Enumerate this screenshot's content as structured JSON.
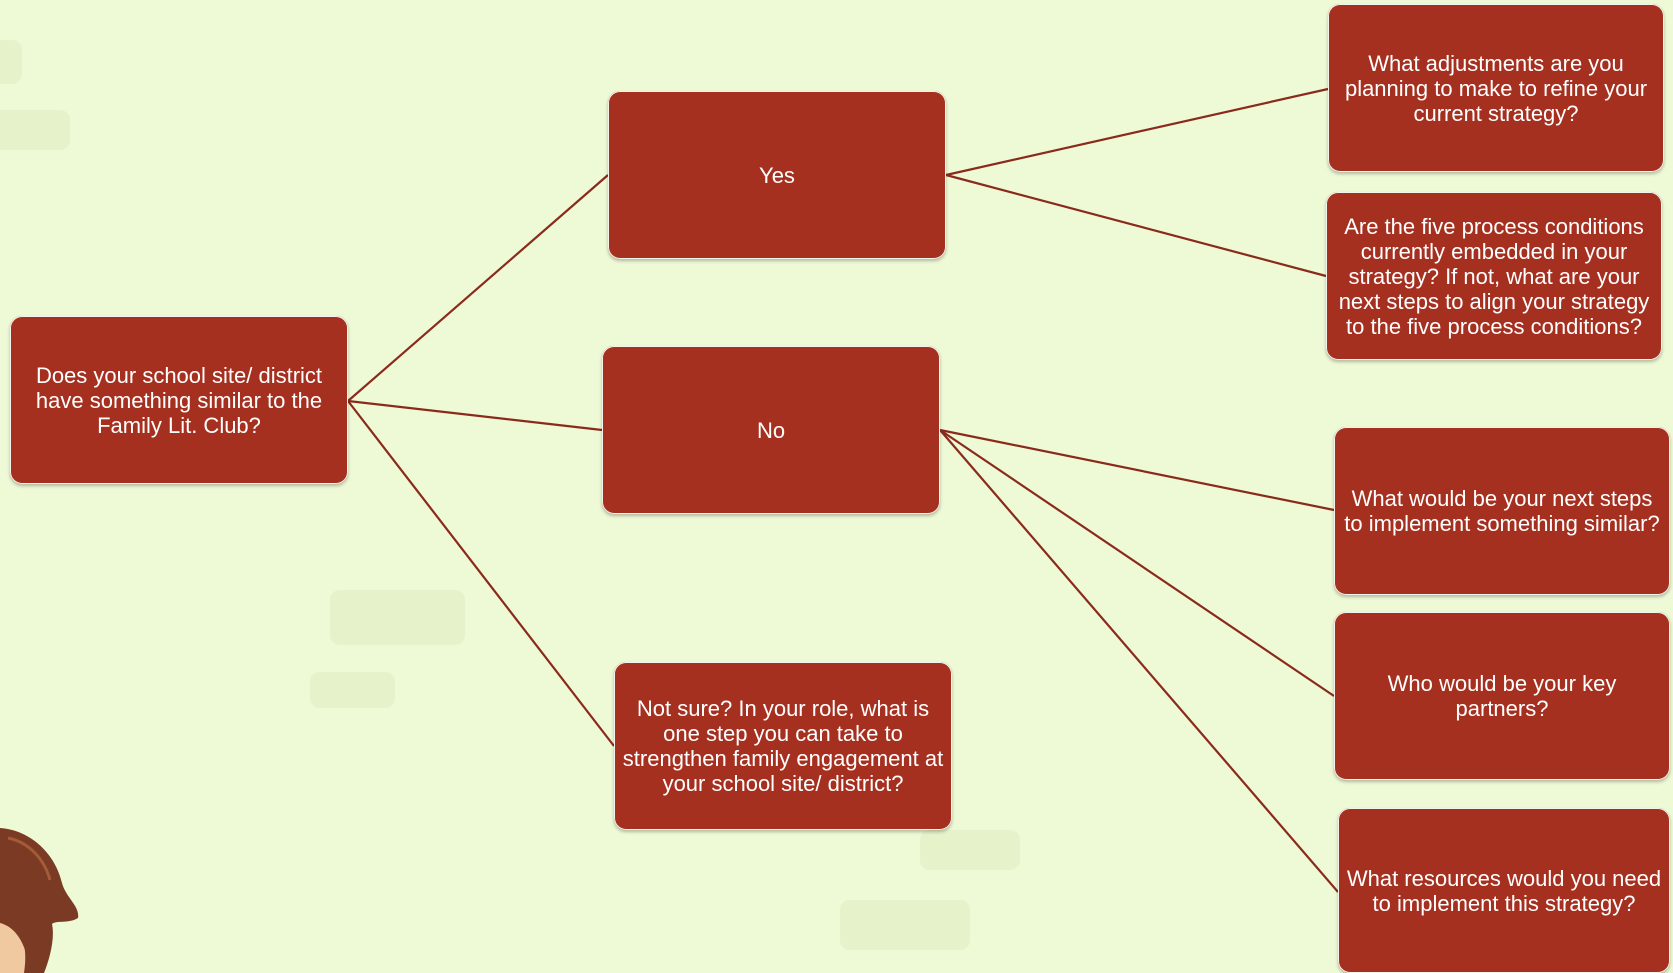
{
  "colors": {
    "background": "#eef9d6",
    "node_fill": "#a63020",
    "node_text": "#ffffff",
    "connector": "#8a2a1c"
  },
  "diagram": {
    "root": "Does your school site/ district have something similar to the Family Lit. Club?",
    "yes": "Yes",
    "no": "No",
    "not_sure": "Not sure?  In your role, what is one step you can take to strengthen family engagement at your school site/ district?",
    "yes_adjustments": "What adjustments are you planning to make to refine your current strategy?",
    "yes_conditions": "Are the five process conditions currently embedded in your strategy?  If not, what are your next steps to align your strategy to the five process conditions?",
    "no_next_steps": "What would be your next steps to implement something similar?",
    "no_partners": "Who would be your key partners?",
    "no_resources": "What resources would you need to implement this strategy?"
  }
}
